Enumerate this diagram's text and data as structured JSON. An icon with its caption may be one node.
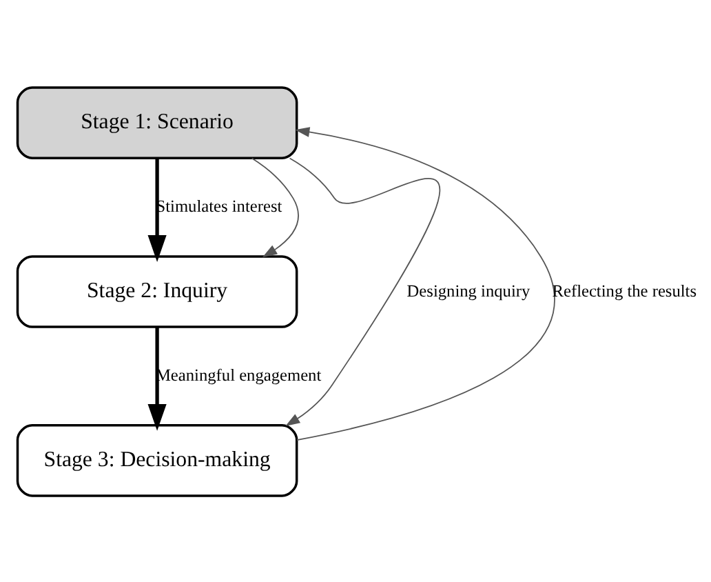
{
  "diagram": {
    "nodes": [
      {
        "text": [
          "Stage 1: Scenario"
        ]
      },
      {
        "text": [
          "Stage 2: Inquiry"
        ]
      },
      {
        "text": [
          "Stage 3: Decision-making"
        ]
      }
    ],
    "edges": [
      {
        "from": 0,
        "to": 1,
        "arrow": "to",
        "label": "Stimulates interest",
        "style": "thick"
      },
      {
        "from": 1,
        "to": 2,
        "arrow": "to",
        "label": "Meaningful engagement",
        "style": "thick"
      },
      {
        "from": 0,
        "to": 1,
        "arrow": "to"
      },
      {
        "from": 0,
        "to": 2,
        "arrow": "to",
        "label": "Designing inquiry"
      },
      {
        "from": 2,
        "to": 0,
        "arrow": "to",
        "label": "Reflecting the results"
      }
    ]
  }
}
